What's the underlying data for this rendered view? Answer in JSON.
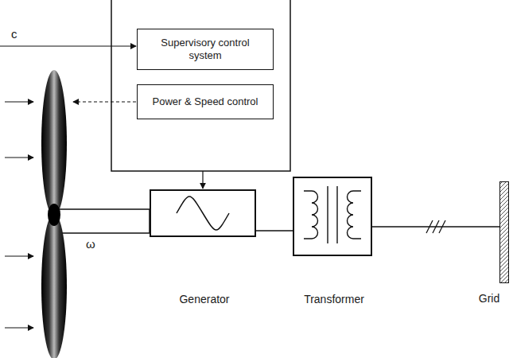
{
  "diagram": {
    "nodes": [
      {
        "text": [
          "Supervisory control system"
        ]
      },
      {
        "text": [
          "Power & Speed control"
        ]
      },
      {
        "text": [
          "Generator"
        ]
      },
      {
        "text": [
          "Transformer"
        ]
      },
      {
        "text": [
          "Grid"
        ]
      }
    ],
    "edges": [
      {
        "from": 2,
        "to": 3,
        "arrow": "none"
      },
      {
        "from": 3,
        "to": 4,
        "arrow": "none"
      }
    ],
    "labels": [
      "c",
      "ω"
    ]
  }
}
